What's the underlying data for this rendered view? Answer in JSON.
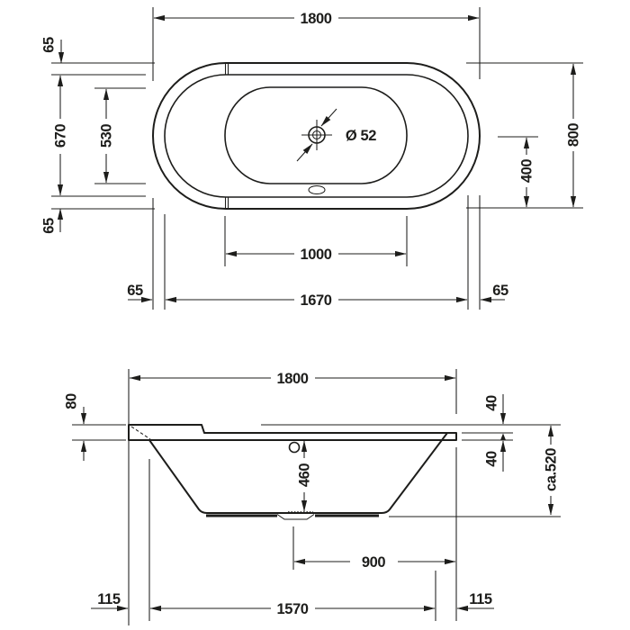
{
  "ink_color": "#1d1d1b",
  "background_color": "#ffffff",
  "plan_view": {
    "overall_length": "1800",
    "overall_width": "800",
    "rim_width_top": "65",
    "rim_width_bottom": "65",
    "rim_width_left": "65",
    "rim_width_right": "65",
    "inner_width": "670",
    "basin_width": "530",
    "basin_length": "1000",
    "inner_length": "1670",
    "drain_offset": "400",
    "drain_diameter": "Ø 52"
  },
  "section_view": {
    "overall_length": "1800",
    "head_rim_height": "80",
    "rim_step": "40",
    "rim_thickness": "40",
    "overall_height": "ca.520",
    "inner_depth": "460",
    "drain_to_foot_end": "900",
    "base_length": "1570",
    "base_inset_left": "115",
    "base_inset_right": "115"
  }
}
